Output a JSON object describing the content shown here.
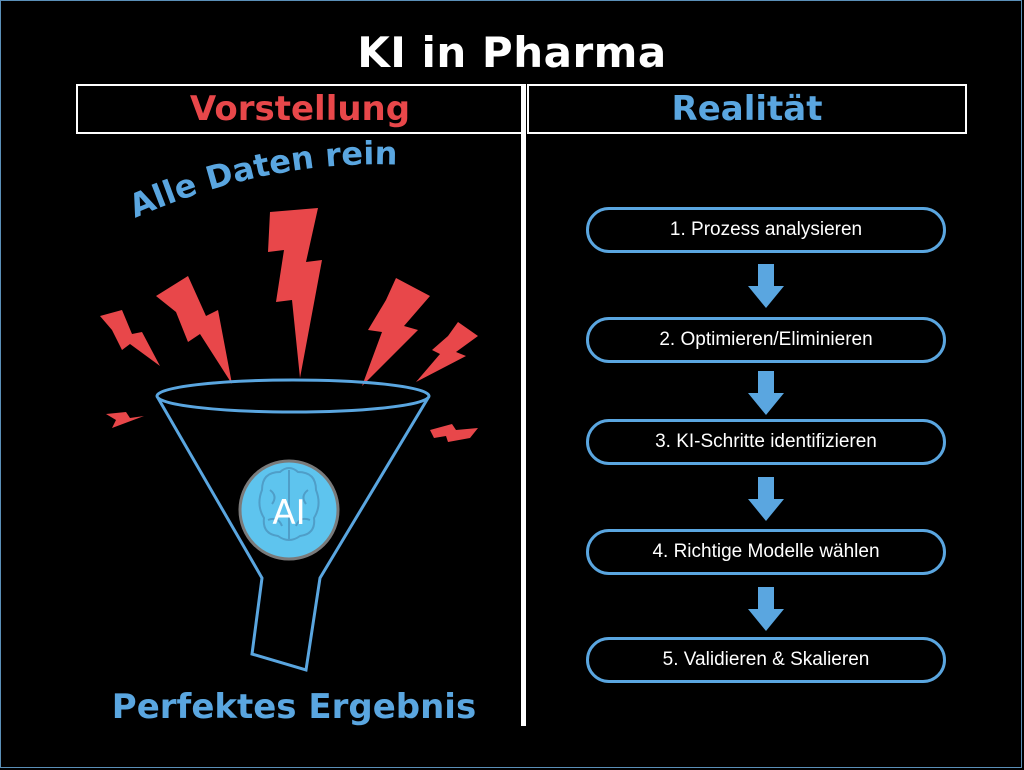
{
  "title": "KI in Pharma",
  "left": {
    "header": "Vorstellung",
    "top_label": "Alle Daten rein",
    "badge": "AI",
    "bottom_label": "Perfektes Ergebnis"
  },
  "right": {
    "header": "Realität",
    "steps": [
      "1. Prozess analysieren",
      "2. Optimieren/Eliminieren",
      "3. KI-Schritte identifizieren",
      "4. Richtige Modelle wählen",
      "5. Validieren & Skalieren"
    ]
  },
  "colors": {
    "red": "#e8474a",
    "blue": "#5aa6e0",
    "badge_fill": "#5ec4ee"
  }
}
